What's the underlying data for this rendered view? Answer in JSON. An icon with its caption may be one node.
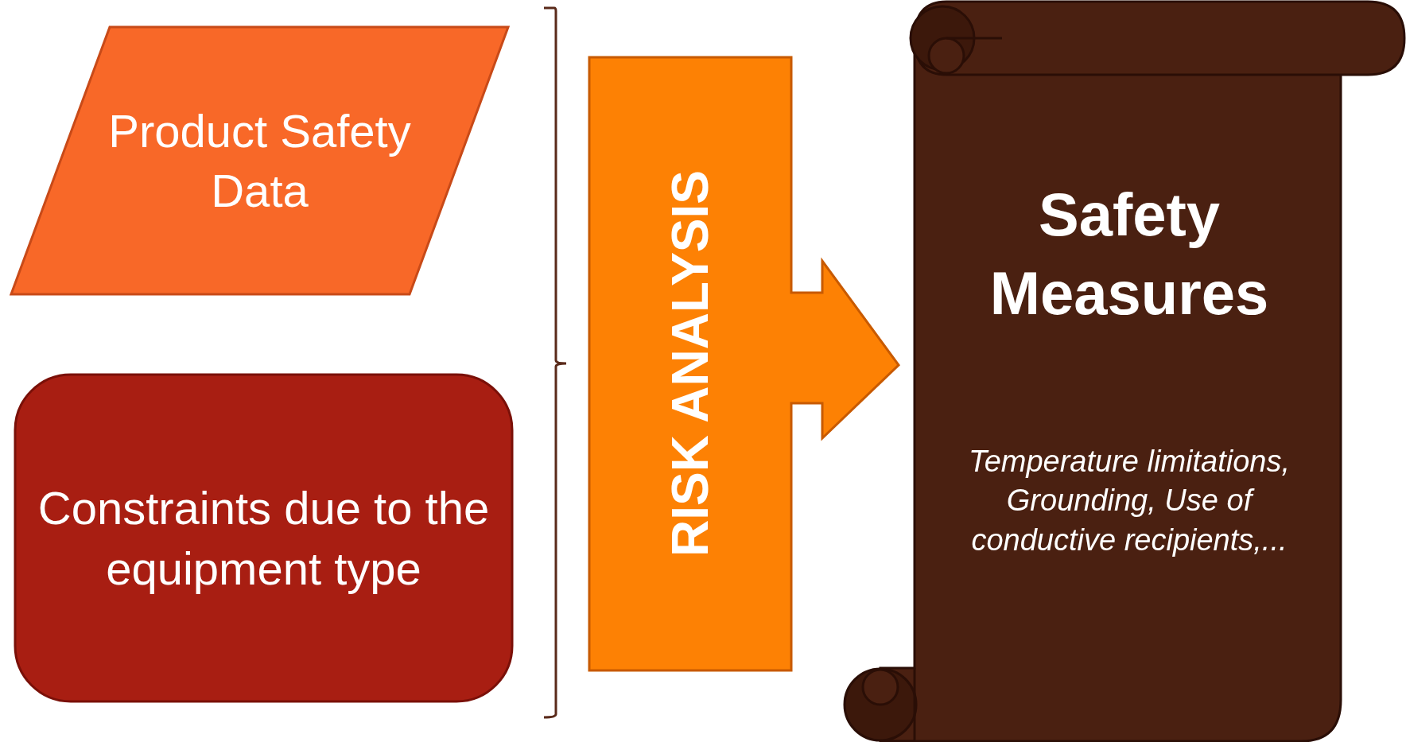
{
  "diagram": {
    "nodes": [
      {
        "text": [
          "Product Safety Data"
        ]
      },
      {
        "text": [
          "Constraints due to the equipment type"
        ]
      },
      {
        "text": [
          "RISK ANALYSIS"
        ]
      },
      {
        "text": [
          "Safety Measures",
          "Temperature limitations, Grounding, Use of conductive recipients,..."
        ]
      }
    ]
  }
}
